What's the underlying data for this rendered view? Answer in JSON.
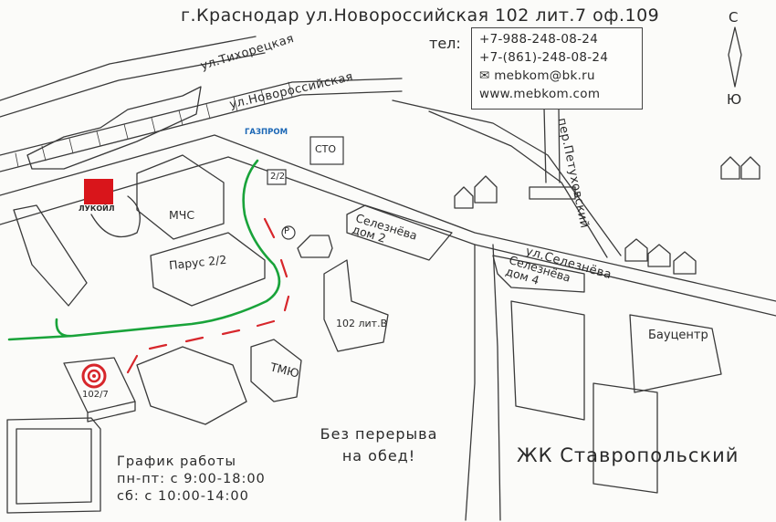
{
  "header": {
    "address": "г.Краснодар ул.Новороссийская 102 лит.7 оф.109",
    "tel_label": "тел:"
  },
  "contact": {
    "phone1": "+7-988-248-08-24",
    "phone2": "+7-(861)-248-08-24",
    "email": "mebkom@bk.ru",
    "website": "www.mebkom.com"
  },
  "compass": {
    "north": "С",
    "south": "Ю"
  },
  "streets": {
    "tikhoretskaya": "ул.Тихорецкая",
    "novorossiyskaya": "ул.Новороссийская",
    "seleznyova": "ул.Селезнёва",
    "petukhovskiy": "пер.Петуховский"
  },
  "buildings": {
    "mchs": "МЧС",
    "parus": "Парус 2/2",
    "seleznyova2": "Селезнёва дом 2",
    "seleznyova4": "Селезнёва дом 4",
    "sto": "СТО",
    "house_22": "2/2",
    "lit_v": "102 лит.В",
    "tmio": "ТМЮ",
    "baucenter": "Бауцентр",
    "target": "102/7",
    "parking": "P",
    "zhk": "ЖК Ставропольский"
  },
  "logos": {
    "lukoil": "ЛУКОЙЛ",
    "gazprom": "ГАЗПРОМ"
  },
  "note": {
    "line1": "Без перерыва",
    "line2": "на обед!"
  },
  "hours": {
    "title": "График работы",
    "weekdays": "пн-пт: с 9:00-18:00",
    "saturday": "сб: с 10:00-14:00"
  },
  "colors": {
    "route_green": "#19a33a",
    "route_red": "#d7262b",
    "lukoil_red": "#d9151b",
    "gazprom_blue": "#1a66b5",
    "target_red": "#d7262b"
  }
}
